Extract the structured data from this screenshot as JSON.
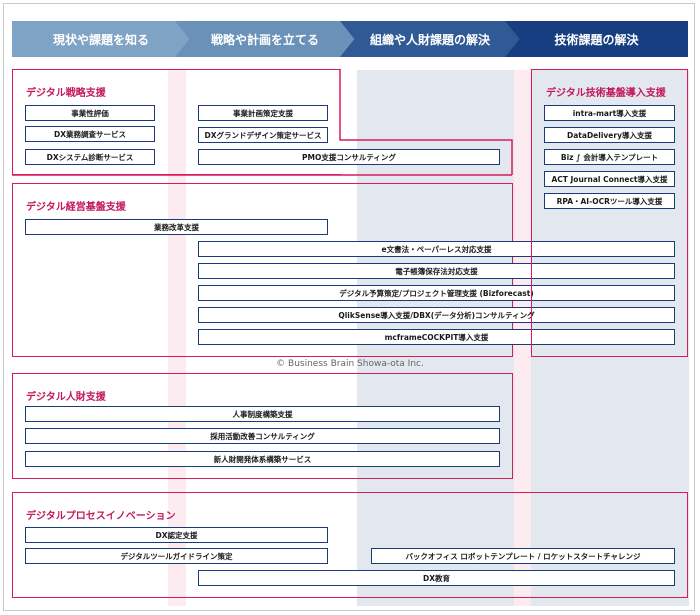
{
  "header": {
    "steps": [
      "現状や課題を知る",
      "戦略や計画を立てる",
      "組織や人財課題の解決",
      "技術課題の解決"
    ]
  },
  "groups": {
    "strategy": {
      "title": "デジタル戦略支援",
      "items": [
        "事業性評価",
        "DX業務調査サービス",
        "DXシステム診断サービス",
        "事業計画策定支援",
        "DXグランドデザイン策定サービス",
        "PMO支援コンサルティング"
      ]
    },
    "management": {
      "title": "デジタル経営基盤支援",
      "items": [
        "業務改革支援",
        "e文書法・ペーパーレス対応支援",
        "電子帳簿保存法対応支援",
        "デジタル予算策定/プロジェクト管理支援 (Bizforecast)",
        "QlikSense導入支援/DBX(データ分析)コンサルティング",
        "mcframeCOCKPIT導入支援"
      ]
    },
    "tech": {
      "title": "デジタル技術基盤導入支援",
      "items": [
        "intra-mart導入支援",
        "DataDelivery導入支援",
        "Biz ∫ 会計導入テンプレート",
        "ACT Journal Connect導入支援",
        "RPA・AI-OCRツール導入支援"
      ]
    },
    "hr": {
      "title": "デジタル人財支援",
      "items": [
        "人事制度構築支援",
        "採用活動改善コンサルティング",
        "新人財開発体系構築サービス"
      ]
    },
    "process": {
      "title": "デジタルプロセスイノベーション",
      "items": [
        "DX認定支援",
        "デジタルツールガイドライン策定",
        "バックオフィス ロボットテンプレート / ロケットスタートチャレンジ",
        "DX教育"
      ]
    }
  },
  "copyright": "© Business Brain Showa-ota Inc.",
  "colors": {
    "chevron": [
      "#7fa3c4",
      "#6a91b8",
      "#2f5a96",
      "#173e80"
    ],
    "group_border": "#d81b60",
    "box_border": "#1a3a7a"
  }
}
